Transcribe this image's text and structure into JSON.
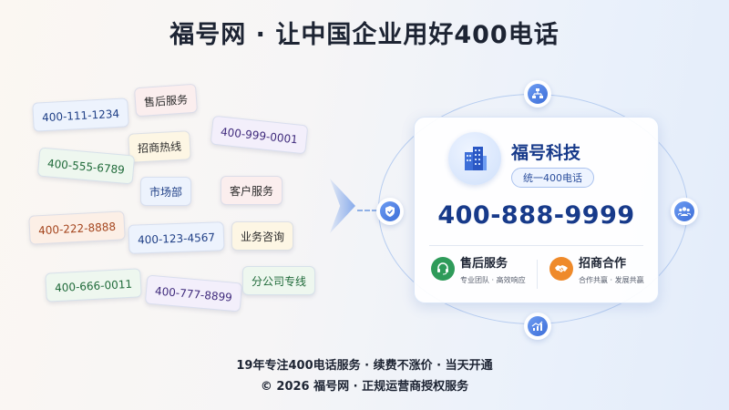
{
  "title": "福号网 · 让中国企业用好400电话",
  "chips": [
    {
      "text": "400-111-1234",
      "style": "blue"
    },
    {
      "text": "售后服务",
      "style": "pink"
    },
    {
      "text": "400-999-0001",
      "style": "purple"
    },
    {
      "text": "招商热线",
      "style": "yellow"
    },
    {
      "text": "400-555-6789",
      "style": "green"
    },
    {
      "text": "市场部",
      "style": "blue"
    },
    {
      "text": "客户服务",
      "style": "pink"
    },
    {
      "text": "400-222-8888",
      "style": "orange"
    },
    {
      "text": "400-123-4567",
      "style": "blue"
    },
    {
      "text": "业务咨询",
      "style": "yellow"
    },
    {
      "text": "400-666-0011",
      "style": "green"
    },
    {
      "text": "400-777-8899",
      "style": "purple"
    },
    {
      "text": "分公司专线",
      "style": "green"
    }
  ],
  "card": {
    "brand": "福号科技",
    "tag": "统一400电话",
    "phone": "400-888-9999",
    "services": [
      {
        "title": "售后服务",
        "sub": "专业团队 · 高效响应",
        "icon": "headset-icon",
        "color": "#2f9b5a"
      },
      {
        "title": "招商合作",
        "sub": "合作共赢 · 发展共赢",
        "icon": "handshake-icon",
        "color": "#ef8a2a"
      }
    ]
  },
  "orbit_icons": [
    "org-chart-icon",
    "team-icon",
    "growth-chart-icon",
    "shield-icon"
  ],
  "footer": {
    "line1": "19年专注400电话服务 · 续费不涨价 · 当天开通",
    "line2": "© 2026 福号网 · 正规运营商授权服务"
  },
  "colors": {
    "brand_blue": "#173a8a",
    "accent": "#3d6ed8"
  }
}
